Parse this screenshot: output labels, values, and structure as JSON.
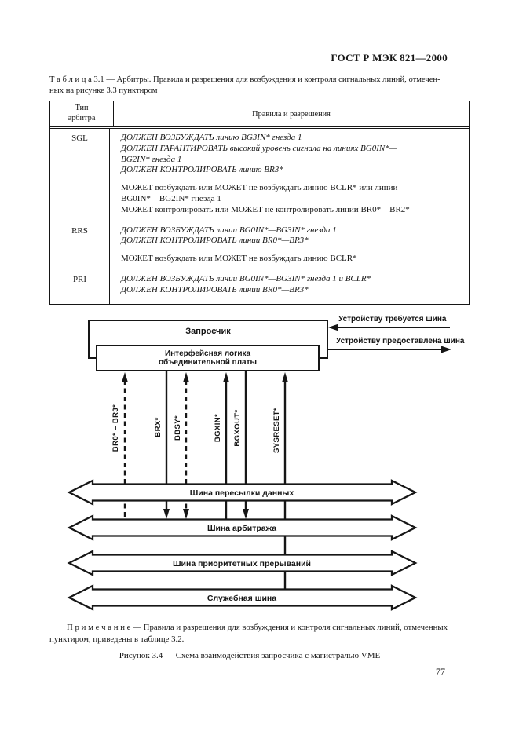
{
  "page": {
    "header": "ГОСТ Р МЭК 821—2000",
    "page_number": "77",
    "note": "П р и м е ч а н и е — Правила и разрешения для возбуждения и контроля сигнальных линий, отмеченных\nпунктиром, приведены в таблице 3.2.",
    "figure_caption": "Рисунок 3.4 — Схема взаимодействия запросчика с магистралью VME"
  },
  "table": {
    "caption": "Т а б л и ц а  3.1 — Арбитры. Правила и разрешения  для возбуждения  и контроля сигнальных линий, отмечен-\nных на рисунке 3.3 пунктиром",
    "header": {
      "col1": "Тип\nарбитра",
      "col2": "Правила и разрешения"
    },
    "rows": [
      {
        "type": "SGL",
        "must": "ДОЛЖЕН ВОЗБУЖДАТЬ линию BG3IN* гнезда 1\nДОЛЖЕН ГАРАНТИРОВАТЬ высокий уровень сигнала на  линиях BG0IN*—\nBG2IN* гнезда 1\nДОЛЖЕН КОНТРОЛИРОВАТЬ линию BR3*",
        "may": "МОЖЕТ возбуждать или МОЖЕТ не возбуждать линию BCLR* или линии\nBG0IN*—BG2IN* гнезда 1\nМОЖЕТ контролировать или МОЖЕТ не контролировать линии BR0*—BR2*"
      },
      {
        "type": "RRS",
        "must": "ДОЛЖЕН ВОЗБУЖДАТЬ линии BG0IN*—BG3IN* гнезда 1\nДОЛЖЕН КОНТРОЛИРОВАТЬ линии BR0*—BR3*",
        "may": "МОЖЕТ возбуждать или МОЖЕТ не возбуждать линию BCLR*"
      },
      {
        "type": "PRI",
        "must": "ДОЛЖЕН ВОЗБУЖДАТЬ линии BG0IN*—BG3IN* гнезда 1 и BCLR*\nДОЛЖЕН КОНТРОЛИРОВАТЬ линии BR0*—BR3*",
        "may": ""
      }
    ]
  },
  "diagram": {
    "requester_label": "Запросчик",
    "interface_label": "Интерфейсная логика\nобъединительной платы",
    "bus_request_label": "Устройству требуется шина",
    "bus_grant_label": "Устройству предоставлена шина",
    "signals": [
      {
        "label": "BR0* – BR3*",
        "line": "dashed"
      },
      {
        "label": "BRX*",
        "line": "solid"
      },
      {
        "label": "BBSY*",
        "line": "dashed"
      },
      {
        "label": "BGXIN*",
        "line": "solid"
      },
      {
        "label": "BGXOUT*",
        "line": "solid"
      },
      {
        "label": "SYSRESET*",
        "line": "solid"
      }
    ],
    "buses": [
      {
        "label": "Шина пересылки данных"
      },
      {
        "label": "Шина арбитража"
      },
      {
        "label": "Шина приоритетных прерываний"
      },
      {
        "label": "Служебная шина"
      }
    ]
  }
}
